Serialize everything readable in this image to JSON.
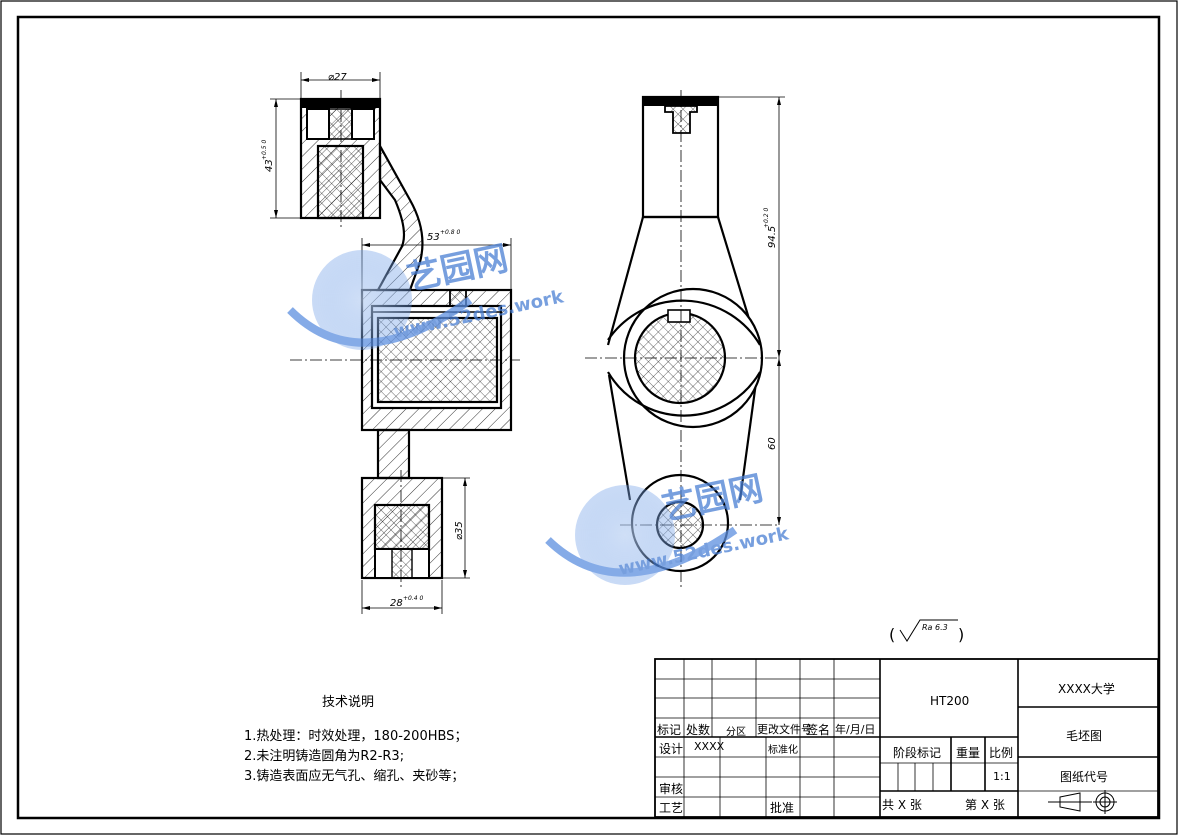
{
  "drawing": {
    "dims": {
      "top_width": "⌀27",
      "left_height": "43",
      "left_height_tol": "+0.5\n0",
      "mid_width": "53",
      "mid_width_tol": "+0.8\n0",
      "bottom_dia": "⌀35",
      "bottom_width": "28",
      "bottom_width_tol": "+0.4\n0",
      "right_top_height": "94.5",
      "right_top_height_tol": "+0.2\n0",
      "right_bottom_height": "60"
    },
    "roughness": {
      "text": "Ra 6.3"
    },
    "watermark": {
      "cn": "艺园网",
      "url": "www.52des.work"
    }
  },
  "notes": {
    "title": "技术说明",
    "items": [
      "1.热处理：时效处理，180-200HBS；",
      "2.未注明铸造圆角为R2-R3;",
      "3.铸造表面应无气孔、缩孔、夹砂等；"
    ]
  },
  "title_block": {
    "material": "HT200",
    "school": "XXXX大学",
    "drawing_name": "毛坯图",
    "drawing_code": "图纸代号",
    "rev_headers": [
      "标记",
      "处数",
      "分区",
      "更改文件号",
      "签名",
      "年/月/日"
    ],
    "design_label": "设计",
    "designer": "XXXX",
    "standardize": "标准化",
    "check": "审核",
    "process": "工艺",
    "approve": "批准",
    "stage_mark": "阶段标记",
    "weight": "重量",
    "scale_label": "比例",
    "scale": "1:1",
    "total_sheets": "共 X 张",
    "sheet_no": "第 X 张"
  },
  "colors": {
    "line": "#000000",
    "watermark": "#4a7fd4"
  }
}
